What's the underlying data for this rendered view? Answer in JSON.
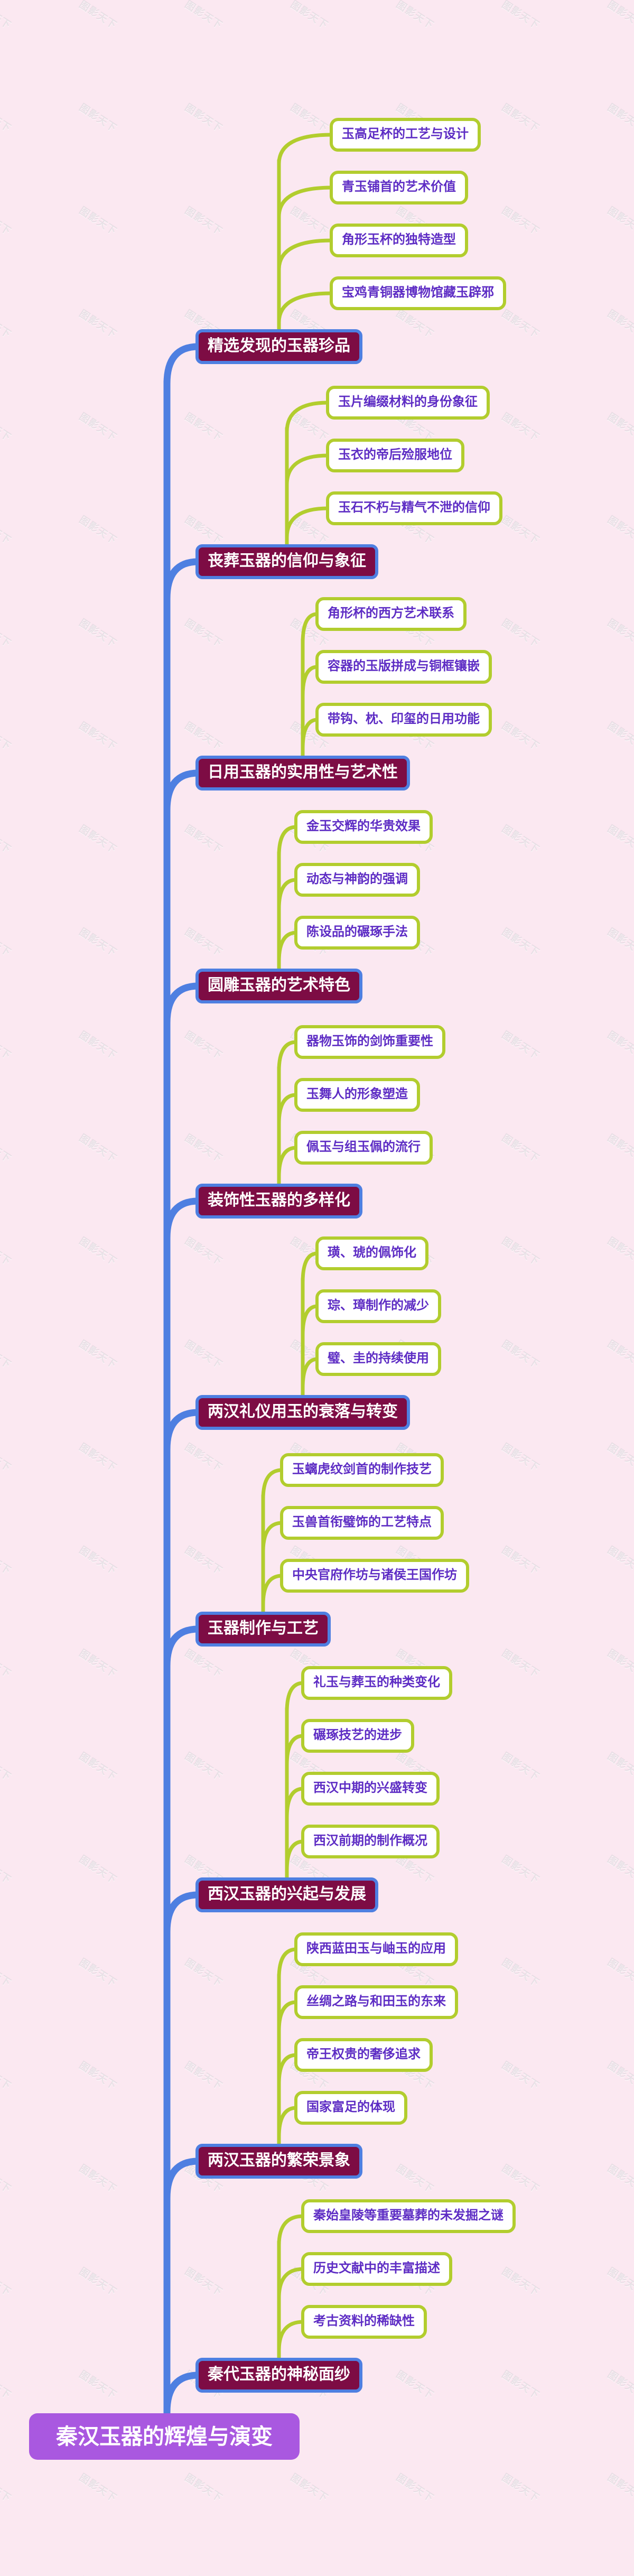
{
  "root": {
    "label": "秦汉玉器的辉煌与演变"
  },
  "branches": [
    {
      "label": "精选发现的玉器珍品",
      "children": [
        "玉高足杯的工艺与设计",
        "青玉铺首的艺术价值",
        "角形玉杯的独特造型",
        "宝鸡青铜器博物馆藏玉辟邪"
      ]
    },
    {
      "label": "丧葬玉器的信仰与象征",
      "children": [
        "玉片编缀材料的身份象征",
        "玉衣的帝后殓服地位",
        "玉石不朽与精气不泄的信仰"
      ]
    },
    {
      "label": "日用玉器的实用性与艺术性",
      "children": [
        "角形杯的西方艺术联系",
        "容器的玉版拼成与铜框镶嵌",
        "带钩、枕、印玺的日用功能"
      ]
    },
    {
      "label": "圆雕玉器的艺术特色",
      "children": [
        "金玉交辉的华贵效果",
        "动态与神韵的强调",
        "陈设品的碾琢手法"
      ]
    },
    {
      "label": "装饰性玉器的多样化",
      "children": [
        "器物玉饰的剑饰重要性",
        "玉舞人的形象塑造",
        "佩玉与组玉佩的流行"
      ]
    },
    {
      "label": "两汉礼仪用玉的衰落与转变",
      "children": [
        "璜、琥的佩饰化",
        "琮、璋制作的减少",
        "璧、圭的持续使用"
      ]
    },
    {
      "label": "玉器制作与工艺",
      "children": [
        "玉螭虎纹剑首的制作技艺",
        "玉兽首衔璧饰的工艺特点",
        "中央官府作坊与诸侯王国作坊"
      ]
    },
    {
      "label": "西汉玉器的兴起与发展",
      "children": [
        "礼玉与葬玉的种类变化",
        "碾琢技艺的进步",
        "西汉中期的兴盛转变",
        "西汉前期的制作概况"
      ]
    },
    {
      "label": "两汉玉器的繁荣景象",
      "children": [
        "陕西蓝田玉与岫玉的应用",
        "丝绸之路与和田玉的东来",
        "帝王权贵的奢侈追求",
        "国家富足的体现"
      ]
    },
    {
      "label": "秦代玉器的神秘面纱",
      "children": [
        "秦始皇陵等重要墓葬的未发掘之谜",
        "历史文献中的丰富描述",
        "考古资料的稀缺性"
      ]
    }
  ],
  "watermark": {
    "text": "图影天下"
  },
  "colors": {
    "background": "#fbe8f1",
    "trunk_blue": "#4e7fe1",
    "branch_fill": "#7d0c44",
    "branch_border": "#4e7fe1",
    "leaf_border_green": "#b2cd2e",
    "leaf_fill": "#ffffff",
    "leaf_text_purple": "#5d2cc4",
    "root_fill": "#a958e0",
    "node_text_white": "#ffffff"
  }
}
